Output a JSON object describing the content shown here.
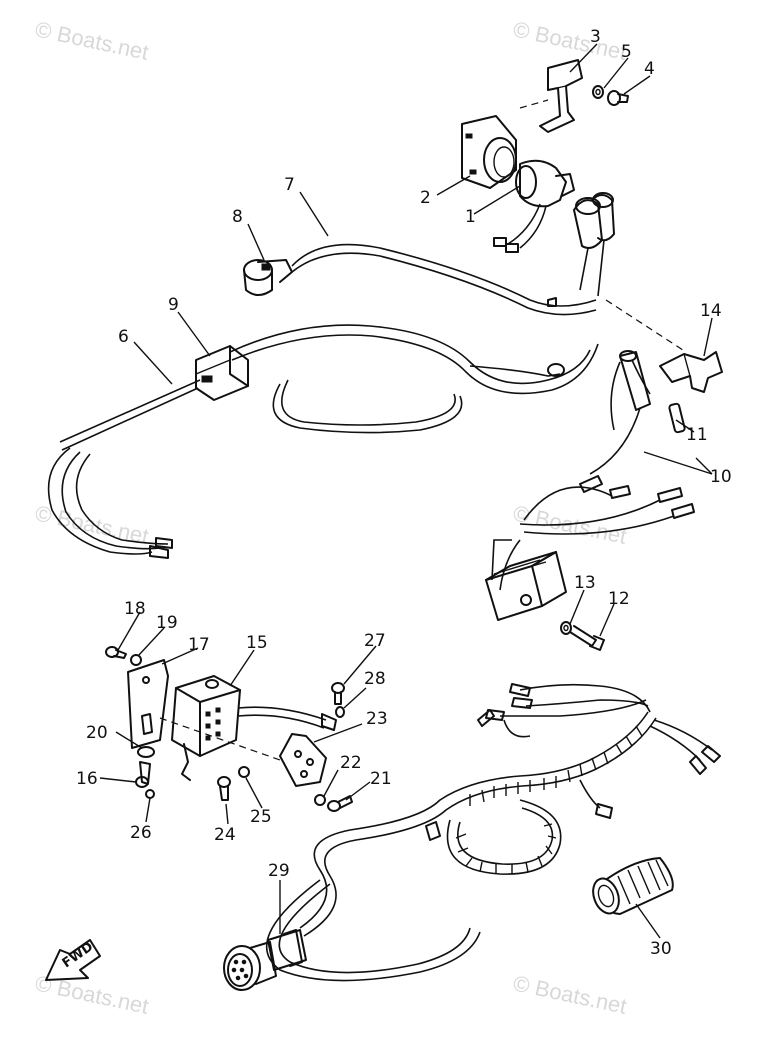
{
  "watermark": "© Boats.net",
  "fwd_label": "FWD",
  "callouts": [
    {
      "id": "1",
      "label": "1"
    },
    {
      "id": "2",
      "label": "2"
    },
    {
      "id": "3",
      "label": "3"
    },
    {
      "id": "4",
      "label": "4"
    },
    {
      "id": "5",
      "label": "5"
    },
    {
      "id": "6",
      "label": "6"
    },
    {
      "id": "7",
      "label": "7"
    },
    {
      "id": "8",
      "label": "8"
    },
    {
      "id": "9",
      "label": "9"
    },
    {
      "id": "10",
      "label": "10"
    },
    {
      "id": "11",
      "label": "11"
    },
    {
      "id": "12",
      "label": "12"
    },
    {
      "id": "13",
      "label": "13"
    },
    {
      "id": "14",
      "label": "14"
    },
    {
      "id": "15",
      "label": "15"
    },
    {
      "id": "16",
      "label": "16"
    },
    {
      "id": "17",
      "label": "17"
    },
    {
      "id": "18",
      "label": "18"
    },
    {
      "id": "19",
      "label": "19"
    },
    {
      "id": "20",
      "label": "20"
    },
    {
      "id": "21",
      "label": "21"
    },
    {
      "id": "22",
      "label": "22"
    },
    {
      "id": "23",
      "label": "23"
    },
    {
      "id": "24",
      "label": "24"
    },
    {
      "id": "25",
      "label": "25"
    },
    {
      "id": "26",
      "label": "26"
    },
    {
      "id": "27",
      "label": "27"
    },
    {
      "id": "28",
      "label": "28"
    },
    {
      "id": "29",
      "label": "29"
    },
    {
      "id": "30",
      "label": "30"
    }
  ]
}
